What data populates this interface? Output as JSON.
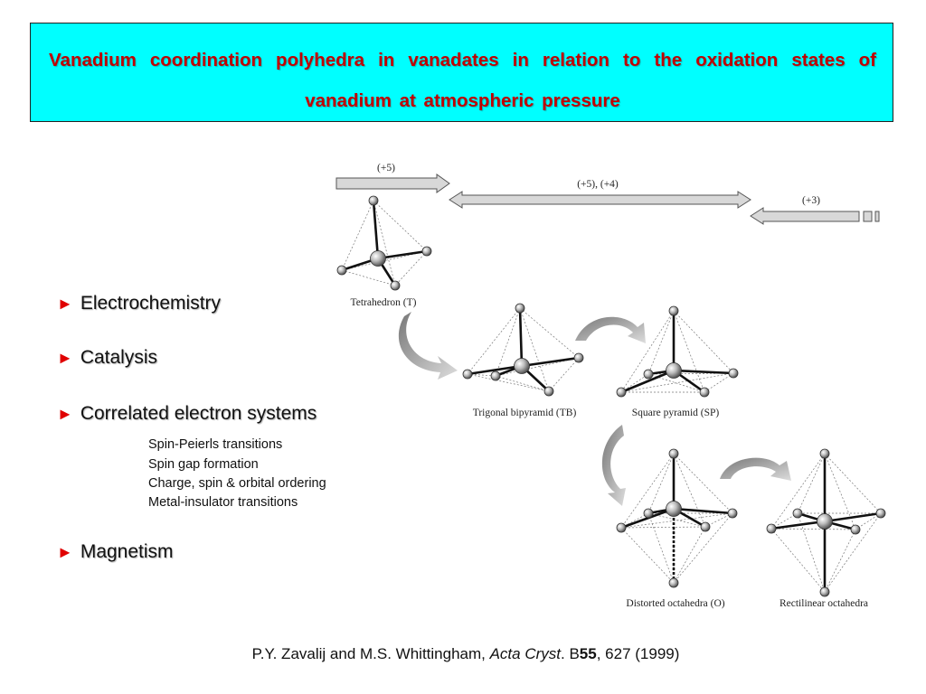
{
  "title": "Vanadium coordination polyhedra in vanadates in relation to the oxidation states of vanadium at atmospheric pressure",
  "bullets": [
    {
      "label": "Electrochemistry"
    },
    {
      "label": "Catalysis"
    },
    {
      "label": "Correlated electron systems"
    },
    {
      "label": "Magnetism"
    }
  ],
  "bullet_marker": "►",
  "sub_items": [
    "Spin-Peierls transitions",
    "Spin gap formation",
    "Charge, spin & orbital ordering",
    "Metal-insulator transitions"
  ],
  "diagram": {
    "oxidation_labels": [
      "(+5)",
      "(+5), (+4)",
      "(+3)"
    ],
    "polyhedra": [
      "Tetrahedron (T)",
      "Trigonal bipyramid (TB)",
      "Square pyramid (SP)",
      "Distorted octahedra (O)",
      "Rectilinear octahedra"
    ]
  },
  "citation": {
    "authors": "P.Y. Zavalij and M.S. Whittingham, ",
    "journal": "Acta Cryst",
    "sep": ". B",
    "volume": "55",
    "rest": ", 627 (1999)"
  },
  "colors": {
    "title_bg": "#00ffff",
    "title_text": "#c00000",
    "bullet_marker": "#e00000"
  }
}
